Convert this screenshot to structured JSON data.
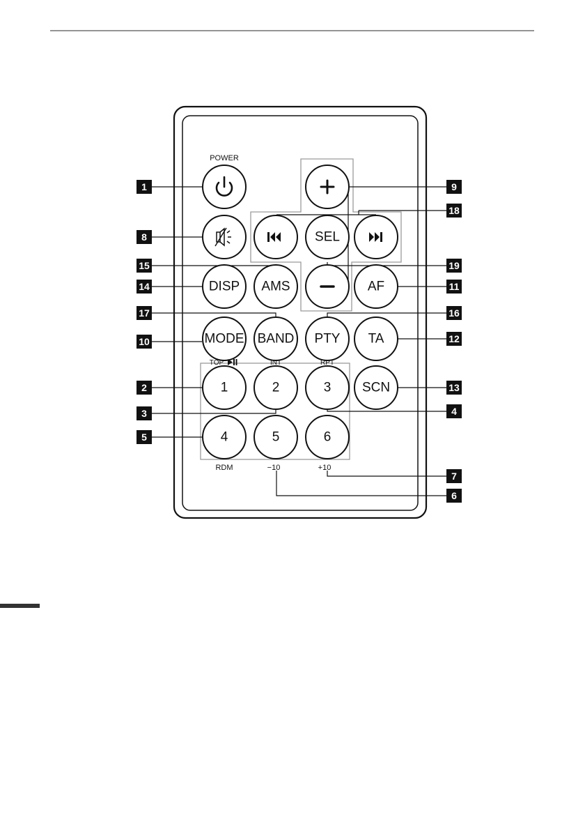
{
  "remote": {
    "power_label": "POWER",
    "buttons": {
      "disp": "DISP",
      "ams": "AMS",
      "af": "AF",
      "sel": "SEL",
      "mode": "MODE",
      "band": "BAND",
      "pty": "PTY",
      "ta": "TA",
      "scn": "SCN",
      "key1": "1",
      "key2": "2",
      "key3": "3",
      "key4": "4",
      "key5": "5",
      "key6": "6"
    },
    "captions": {
      "top": "TOP",
      "int": "INT",
      "rpt": "RPT",
      "rdm": "RDM",
      "minus10": "−10",
      "plus10": "+10"
    }
  },
  "callouts": {
    "c1": "1",
    "c2": "2",
    "c3": "3",
    "c4": "4",
    "c5": "5",
    "c6": "6",
    "c7": "7",
    "c8": "8",
    "c9": "9",
    "c10": "10",
    "c11": "11",
    "c12": "12",
    "c13": "13",
    "c14": "14",
    "c15": "15",
    "c16": "16",
    "c17": "17",
    "c18": "18",
    "c19": "19"
  }
}
